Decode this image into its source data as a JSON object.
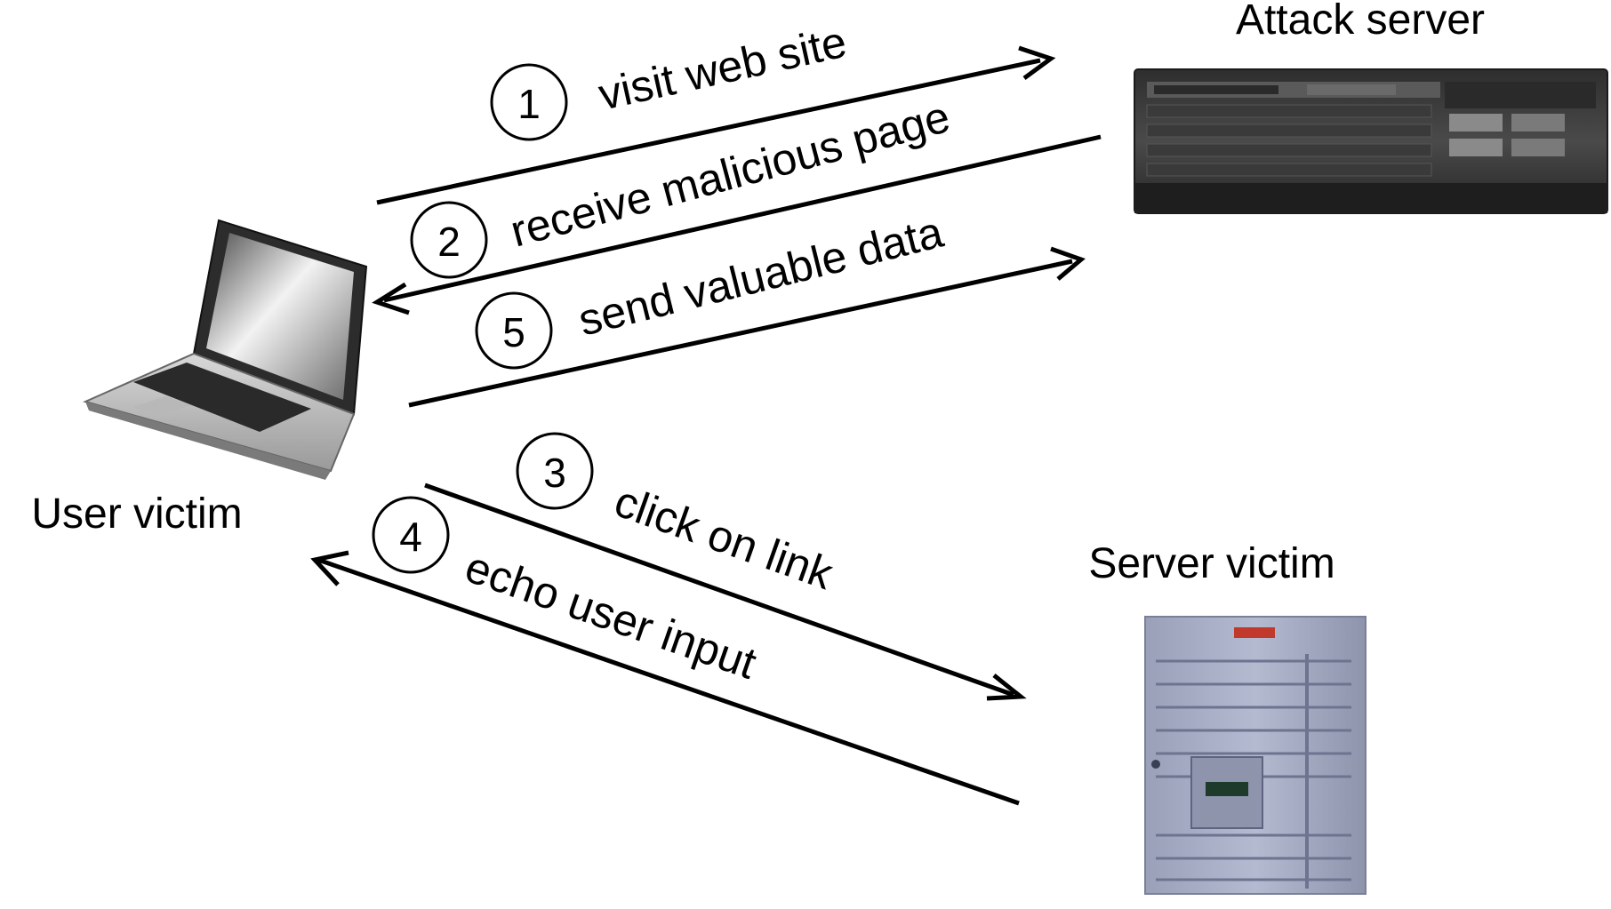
{
  "nodes": {
    "attack_server": {
      "label": "Attack server",
      "icon": "rack-server-icon"
    },
    "user_victim": {
      "label": "User victim",
      "icon": "laptop-icon"
    },
    "server_victim": {
      "label": "Server victim",
      "icon": "tower-server-icon"
    }
  },
  "edges": [
    {
      "step": "1",
      "label": "visit web site",
      "from": "user_victim",
      "to": "attack_server"
    },
    {
      "step": "2",
      "label": "receive malicious page",
      "from": "attack_server",
      "to": "user_victim"
    },
    {
      "step": "3",
      "label": "click on link",
      "from": "user_victim",
      "to": "server_victim"
    },
    {
      "step": "4",
      "label": "echo user input",
      "from": "server_victim",
      "to": "user_victim"
    },
    {
      "step": "5",
      "label": "send valuable data",
      "from": "user_victim",
      "to": "attack_server"
    }
  ],
  "colors": {
    "line": "#000000",
    "background": "#ffffff",
    "server_victim_body": "#a9afc6",
    "attack_server_body": "#3c3c3c"
  }
}
